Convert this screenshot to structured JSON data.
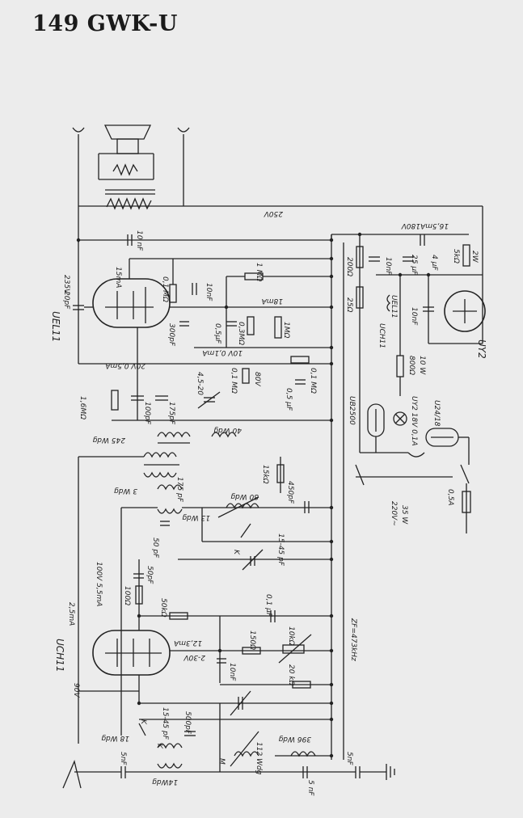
{
  "title": "149 GWK-U",
  "labels": {
    "uel11": "UEL11",
    "uch11": "UCH11",
    "uy2": "UY2",
    "v235": "235V",
    "ma15": "15mA",
    "pf20": "20pF",
    "nf10a": "10 nF",
    "v250": "250V",
    "v180": "180V",
    "ma165": "16,5mA",
    "mohm1": "1 MΩ",
    "mohm01a": "0,1 MΩ",
    "nf10b": "10nF",
    "ma18": "18mA",
    "pf300": "300pF",
    "uf05a": "0,5μF",
    "mohm03": "0,3MΩ",
    "mohm1b": "1MΩ",
    "v10": "10V 0,1mA",
    "v20": "20V 0,5mA",
    "mohm16": "1,6MΩ",
    "pf100": "100pF",
    "pf175": "175pF",
    "pf420": "4,5-20",
    "mohm01b": "0,1 MΩ",
    "v80": "80V",
    "uf05b": "0,5 μF",
    "mohm01c": "0,1 MΩ",
    "wdg40": "40 Wdg",
    "wdg245": "245 Wdg",
    "ohm200": "200Ω",
    "ohm25": "25Ω",
    "nf10c": "10nF",
    "uf25": "25 μF",
    "uf4": "4 μF",
    "kohm5": "5kΩ",
    "w2": "2W",
    "uel11b": "UEL11",
    "uch11b": "UCH11",
    "nf10d": "10nF",
    "ohm800": "800Ω",
    "w10": "10 W",
    "ub2500": "UB2500",
    "uy2b": "UY2 18V 0,1A",
    "u2418": "U24/18",
    "wdg3": "3 Wdg",
    "pf175b": "175 pF",
    "kohm15": "15kΩ",
    "pf450": "450pF",
    "wdg80": "80 Wdg",
    "wdg13": "13 Wdg",
    "pf50": "50 pF",
    "k1": "K",
    "pf1545": "15-45 pF",
    "v220": "220V~",
    "w35": "35 W",
    "a05": "0,5A",
    "v100": "100V 5,5mA",
    "ma25": "2,5mA",
    "pf50b": "50pF",
    "ohm100": "100Ω",
    "kohm50": "50kΩ",
    "uf01": "0,1 μF",
    "ma123": "12,3mA",
    "v230": "2-30V",
    "nf10e": "10nF",
    "ohm150": "150Ω",
    "kohm10": "10kΩ",
    "kohm20": "20 kΩ",
    "zf": "ZF=473kHz",
    "v90": "90V",
    "wdg18": "18 Wdg",
    "k2": "K",
    "pf1545b": "15-45 pF",
    "pf500": "500pF",
    "wdg396": "396 Wdg",
    "wdg112": "112 Wdg",
    "m1": "M",
    "nf5a": "5nF",
    "wdg14": "14Wdg",
    "k3": "K",
    "nf5b": "5 nF",
    "nf5c": "5nF"
  }
}
